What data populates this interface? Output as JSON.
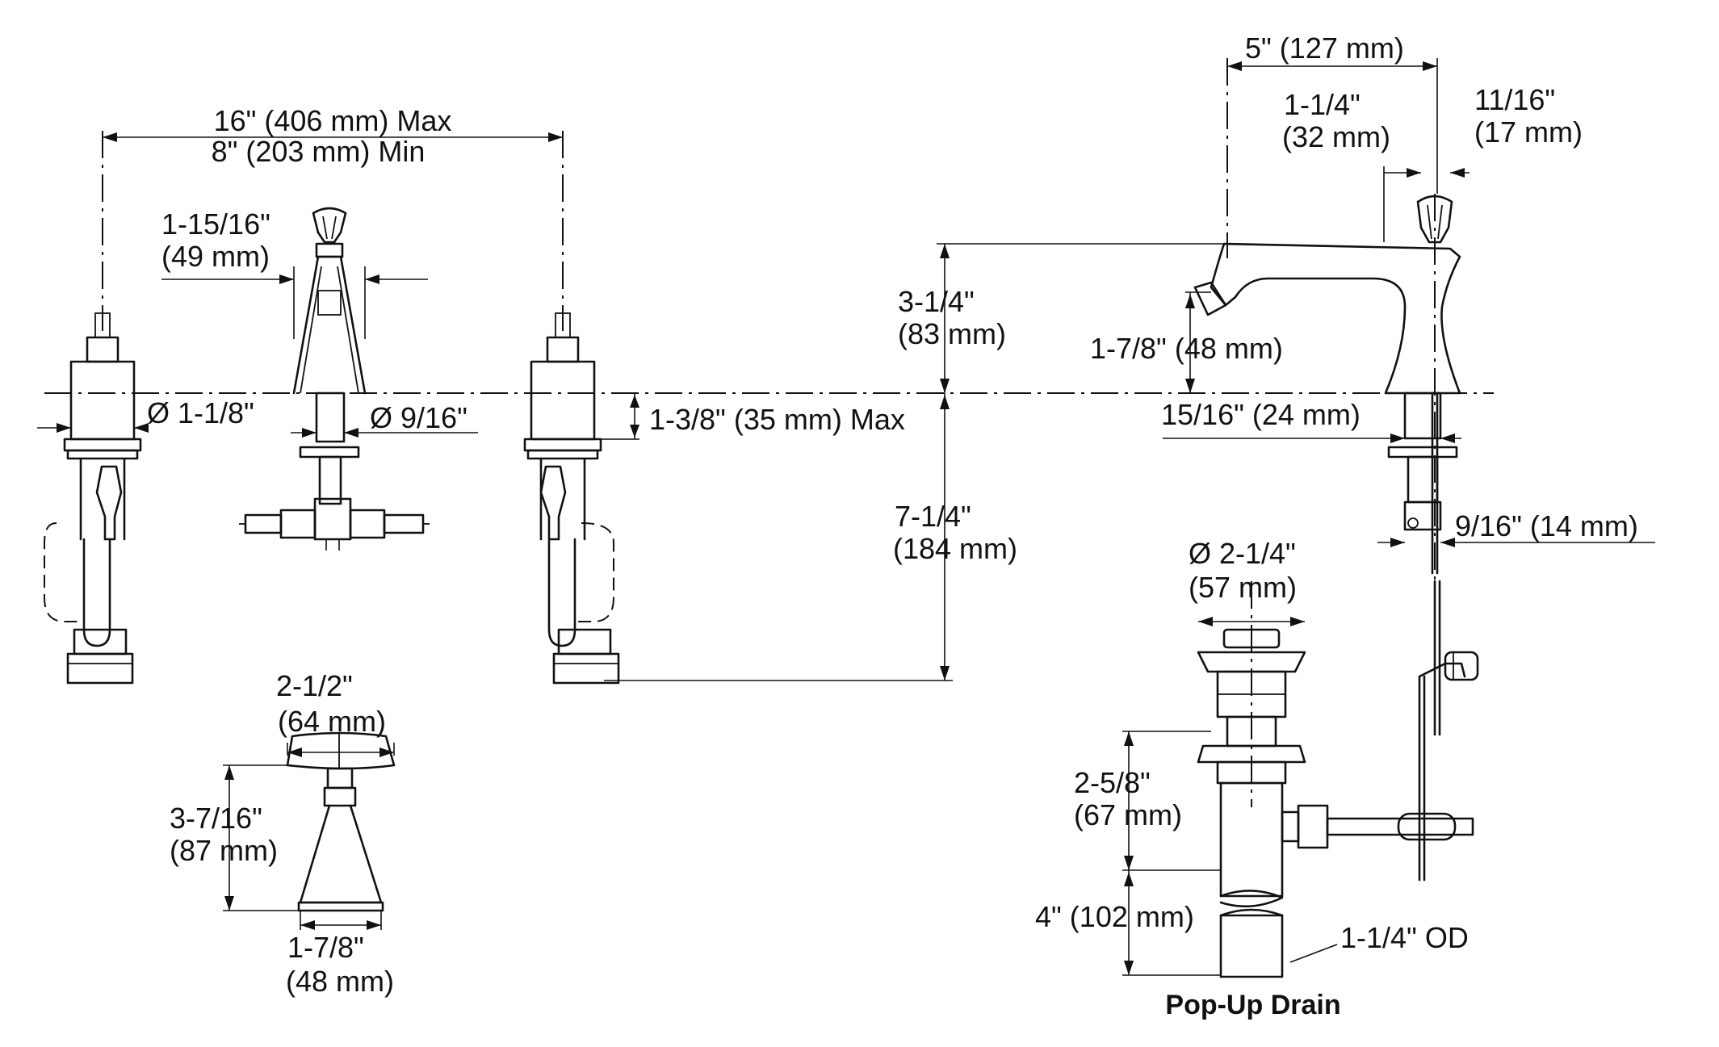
{
  "dimensions": {
    "spread_max": "16\" (406 mm) Max",
    "spread_min": "8\" (203 mm) Min",
    "spout_base_in": "1-15/16\"",
    "spout_base_mm": "(49 mm)",
    "valve_dia": "Ø 1-1/8\"",
    "spout_shank_dia": "Ø 9/16\"",
    "deck_max": "1-3/8\" (35 mm) Max",
    "spout_height_in": "3-1/4\"",
    "spout_height_mm": "(83 mm)",
    "below_deck_in": "7-1/4\"",
    "below_deck_mm": "(184 mm)",
    "reach": "5\" (127 mm)",
    "spout_width_in": "1-1/4\"",
    "spout_width_mm": "(32 mm)",
    "knob_in": "11/16\"",
    "knob_mm": "(17 mm)",
    "aerator_height": "1-7/8\" (48 mm)",
    "base_dia": "15/16\" (24 mm)",
    "lift_rod": "9/16\" (14 mm)",
    "handle_width_in": "2-1/2\"",
    "handle_width_mm": "(64 mm)",
    "handle_height_in": "3-7/16\"",
    "handle_height_mm": "(87 mm)",
    "handle_base_in": "1-7/8\"",
    "handle_base_mm": "(48 mm)",
    "drain_dia_in": "Ø 2-1/4\"",
    "drain_dia_mm": "(57 mm)",
    "drain_body_in": "2-5/8\"",
    "drain_body_mm": "(67 mm)",
    "tailpiece": "4\" (102 mm)",
    "tailpiece_od": "1-1/4\" OD"
  },
  "captions": {
    "drain_title": "Pop-Up Drain"
  }
}
